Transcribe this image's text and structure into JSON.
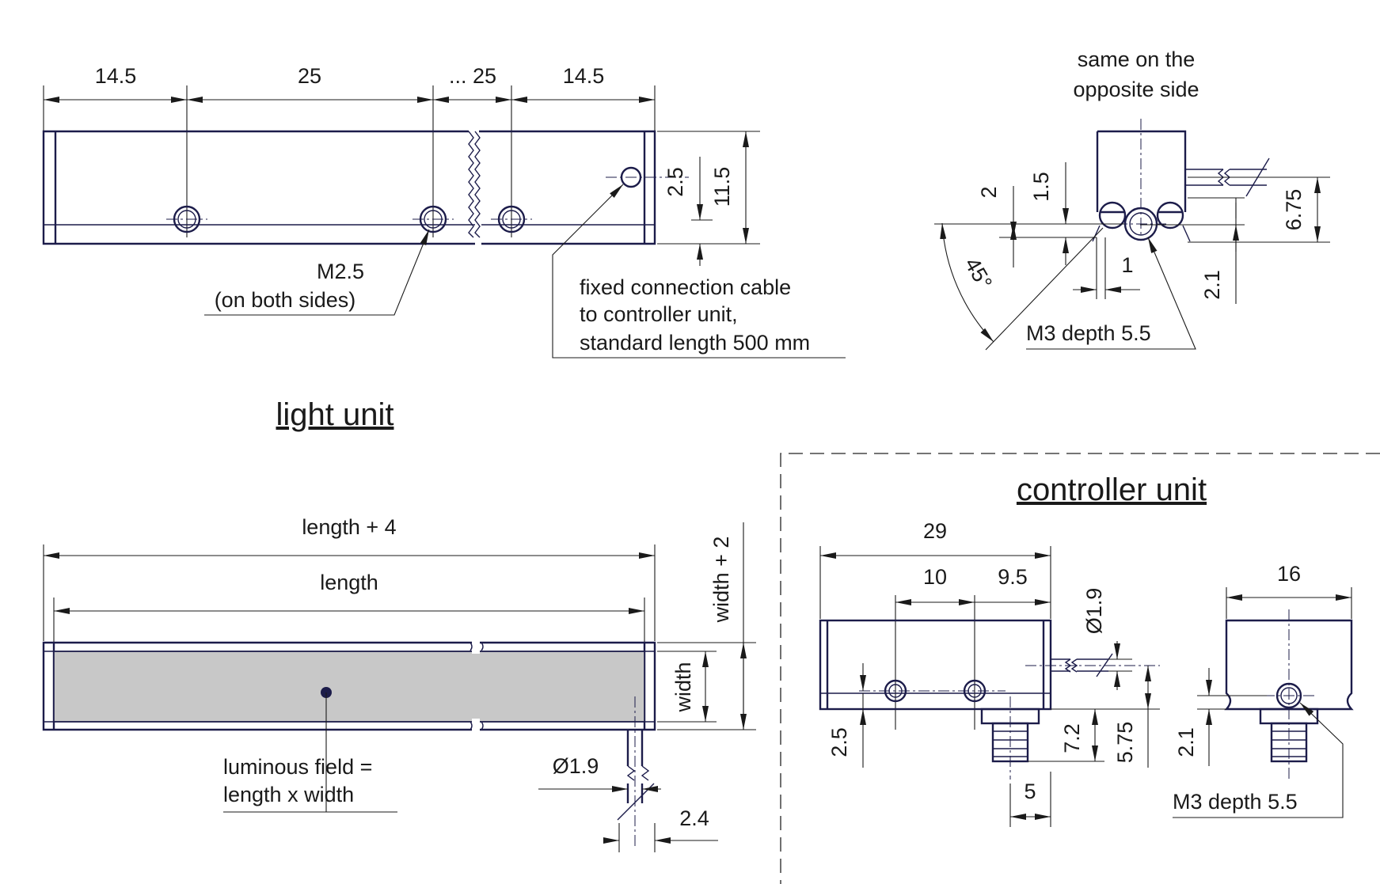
{
  "titles": {
    "light_unit": "light unit",
    "controller_unit": "controller unit"
  },
  "light_unit_top": {
    "dim_left_margin": "14.5",
    "dim_pitch": "25",
    "dim_pitch_repeat": "... 25",
    "dim_right_margin": "14.5",
    "dim_cable_offset": "2.5",
    "dim_height": "11.5",
    "thread_note_line1": "M2.5",
    "thread_note_line2": "(on both sides)",
    "cable_note_line1": "fixed connection cable",
    "cable_note_line2": "to controller unit,",
    "cable_note_line3": "standard length 500 mm"
  },
  "light_unit_end": {
    "note_line1": "same on the",
    "note_line2": "opposite side",
    "dim_2": "2",
    "dim_1_5": "1.5",
    "dim_angle": "45°",
    "dim_1": "1",
    "dim_2_1": "2.1",
    "dim_6_75": "6.75",
    "thread_note": "M3 depth 5.5"
  },
  "light_unit_front": {
    "dim_total_length": "length + 4",
    "dim_length": "length",
    "dim_total_width": "width + 2",
    "dim_width": "width",
    "field_note_line1": "luminous field =",
    "field_note_line2": "length x width",
    "dim_cable_dia": "Ø1.9",
    "dim_cable_offset": "2.4"
  },
  "controller_front": {
    "dim_29": "29",
    "dim_10": "10",
    "dim_9_5": "9.5",
    "dim_cable_dia": "Ø1.9",
    "dim_2_5": "2.5",
    "dim_7_2": "7.2",
    "dim_5_75": "5.75",
    "dim_5": "5"
  },
  "controller_side": {
    "dim_16": "16",
    "dim_2_1": "2.1",
    "thread_note": "M3 depth 5.5"
  }
}
